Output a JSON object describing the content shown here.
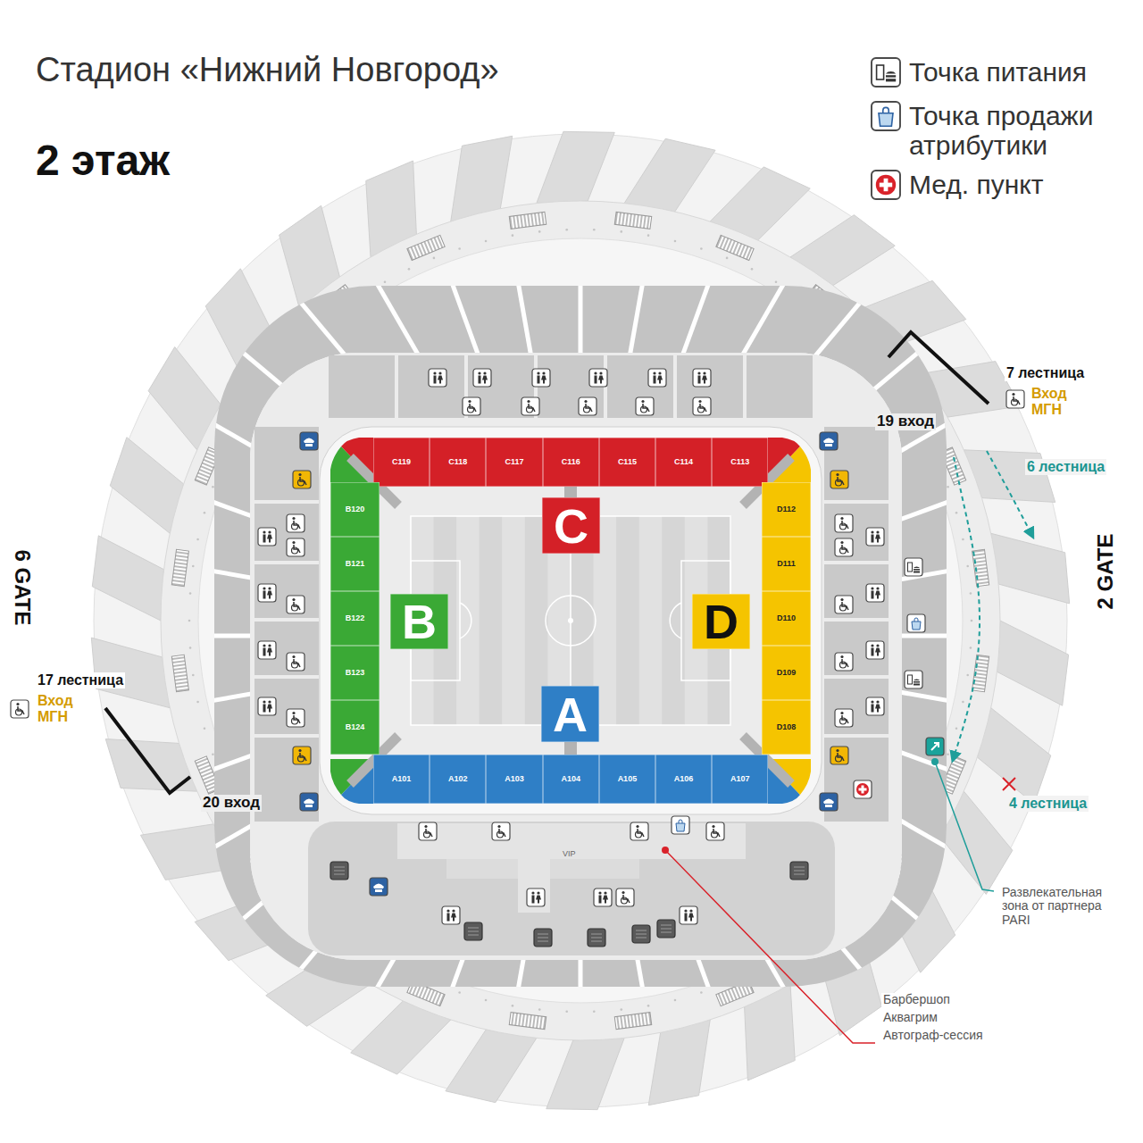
{
  "diagram": {
    "title": "Стадион «Нижний Новгород»",
    "nodes": [
      {
        "text": [
          "C119"
        ]
      },
      {
        "text": [
          "C118"
        ]
      },
      {
        "text": [
          "C117"
        ]
      },
      {
        "text": [
          "C116"
        ]
      },
      {
        "text": [
          "C115"
        ]
      },
      {
        "text": [
          "C114"
        ]
      },
      {
        "text": [
          "C113"
        ]
      },
      {
        "text": [
          "B120"
        ]
      },
      {
        "text": [
          "B121"
        ]
      },
      {
        "text": [
          "B122"
        ]
      },
      {
        "text": [
          "B123"
        ]
      },
      {
        "text": [
          "B124"
        ]
      },
      {
        "text": [
          "D112"
        ]
      },
      {
        "text": [
          "D111"
        ]
      },
      {
        "text": [
          "D110"
        ]
      },
      {
        "text": [
          "D109"
        ]
      },
      {
        "text": [
          "D108"
        ]
      },
      {
        "text": [
          "A101"
        ]
      },
      {
        "text": [
          "A102"
        ]
      },
      {
        "text": [
          "A103"
        ]
      },
      {
        "text": [
          "A104"
        ]
      },
      {
        "text": [
          "A105"
        ]
      },
      {
        "text": [
          "A106"
        ]
      },
      {
        "text": [
          "A107"
        ]
      },
      {
        "text": [
          "C"
        ]
      },
      {
        "text": [
          "B"
        ]
      },
      {
        "text": [
          "D"
        ]
      },
      {
        "text": [
          "A"
        ]
      }
    ],
    "labels": [
      "2 этаж",
      "7 лестница",
      "Вход МГН",
      "19 вход",
      "6 лестница",
      "2 GATE",
      "6 GATE",
      "17 лестница",
      "Вход МГН",
      "20 вход",
      "4 лестница",
      "VIP",
      "Развлекательная зона от партнера PARI",
      "Барбершоп",
      "Аквагрим",
      "Автограф-сессия"
    ],
    "legend": [
      {
        "text": "Точка питания"
      },
      {
        "text": "Точка продажи атрибутики"
      },
      {
        "text": "Мед. пункт"
      }
    ]
  }
}
